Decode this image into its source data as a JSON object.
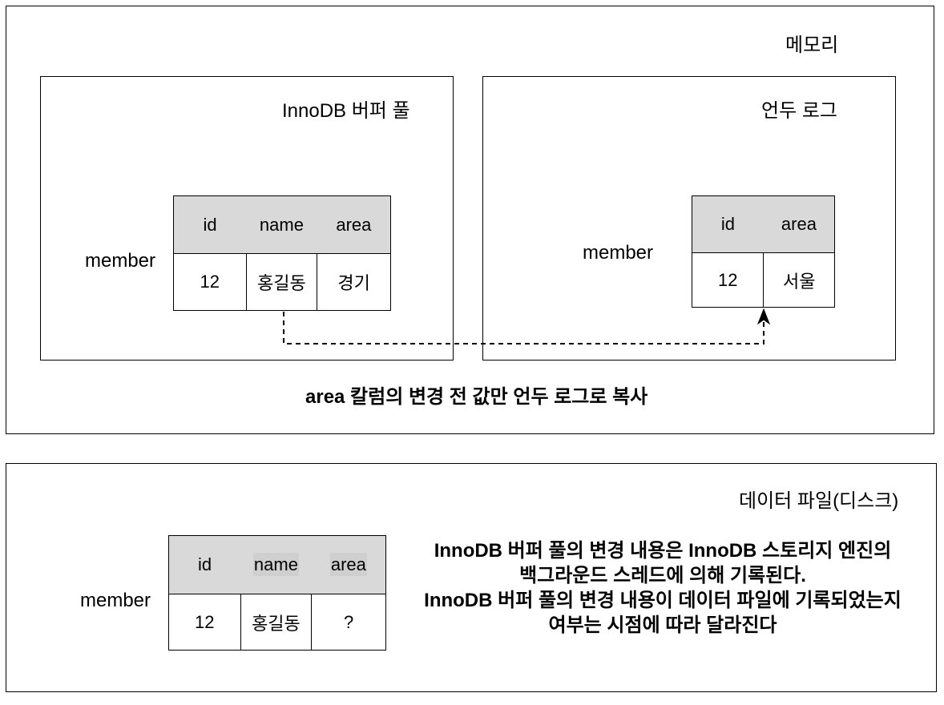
{
  "memory": {
    "title": "메모리",
    "buffer_pool": {
      "title": "InnoDB 버퍼 풀",
      "table_label": "member",
      "headers": [
        "id",
        "name",
        "area"
      ],
      "row": [
        "12",
        "홍길동",
        "경기"
      ]
    },
    "undo_log": {
      "title": "언두 로그",
      "table_label": "member",
      "headers": [
        "id",
        "area"
      ],
      "row": [
        "12",
        "서울"
      ]
    },
    "caption": "area 칼럼의 변경 전 값만 언두 로그로 복사"
  },
  "disk": {
    "title": "데이터 파일(디스크)",
    "table_label": "member",
    "headers": [
      "id",
      "name",
      "area"
    ],
    "row": [
      "12",
      "홍길동",
      "?"
    ],
    "caption_lines": [
      "InnoDB 버퍼 풀의 변경 내용은 InnoDB 스토리지 엔진의",
      "백그라운드 스레드에 의해 기록된다.",
      "InnoDB 버퍼 풀의 변경 내용이 데이터 파일에 기록되었는지",
      "여부는 시점에 따라 달라진다"
    ]
  }
}
